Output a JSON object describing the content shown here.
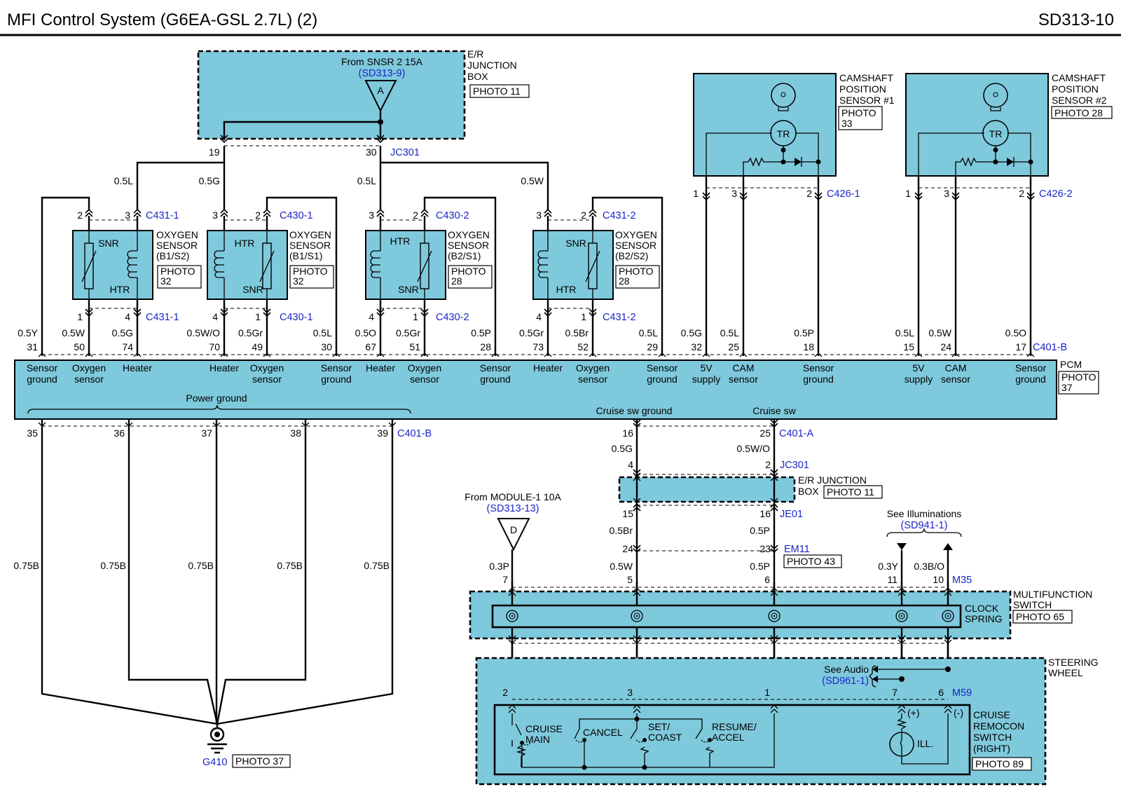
{
  "header": {
    "title": "MFI Control System (G6EA-GSL 2.7L) (2)",
    "code": "SD313-10"
  },
  "er_junction_box_top": {
    "title": "E/R\nJUNCTION\nBOX",
    "photo": "PHOTO 11",
    "source_text": "From SNSR 2 15A",
    "source_ref": "(SD313-9)",
    "source_connector": "A",
    "pins": [
      "19",
      "30"
    ],
    "connector": "JC301"
  },
  "oxygen_sensors": [
    {
      "id": "b1s2",
      "title": "OXYGEN\nSENSOR\n(B1/S2)",
      "photo": "PHOTO\n32",
      "labels": [
        "SNR",
        "HTR"
      ],
      "top_pins": [
        "2",
        "3"
      ],
      "top_connector": "C431-1",
      "bottom_pins": [
        "1",
        "4"
      ],
      "bottom_connector": "C431-1"
    },
    {
      "id": "b1s1",
      "title": "OXYGEN\nSENSOR\n(B1/S1)",
      "photo": "PHOTO\n32",
      "labels": [
        "HTR",
        "SNR"
      ],
      "top_pins": [
        "3",
        "2"
      ],
      "top_connector": "C430-1",
      "bottom_pins": [
        "4",
        "1"
      ],
      "bottom_connector": "C430-1"
    },
    {
      "id": "b2s1",
      "title": "OXYGEN\nSENSOR\n(B2/S1)",
      "photo": "PHOTO\n28",
      "labels": [
        "HTR",
        "SNR"
      ],
      "top_pins": [
        "3",
        "2"
      ],
      "top_connector": "C430-2",
      "bottom_pins": [
        "4",
        "1"
      ],
      "bottom_connector": "C430-2"
    },
    {
      "id": "b2s2",
      "title": "OXYGEN\nSENSOR\n(B2/S2)",
      "photo": "PHOTO\n28",
      "labels": [
        "SNR",
        "HTR"
      ],
      "top_pins": [
        "3",
        "2"
      ],
      "top_connector": "C431-2",
      "bottom_pins": [
        "4",
        "1"
      ],
      "bottom_connector": "C431-2"
    }
  ],
  "camshaft_sensors": [
    {
      "title": "CAMSHAFT\nPOSITION\nSENSOR #1",
      "photo": "PHOTO\n33",
      "tr": "TR",
      "pins": [
        "1",
        "3",
        "2"
      ],
      "connector": "C426-1"
    },
    {
      "title": "CAMSHAFT\nPOSITION\nSENSOR #2",
      "photo": "PHOTO 28",
      "tr": "TR",
      "pins": [
        "1",
        "3",
        "2"
      ],
      "connector": "C426-2"
    }
  ],
  "upper_wire_labels": [
    "0.5L",
    "0.5G",
    "0.5L",
    "0.5W"
  ],
  "pcm": {
    "title": "PCM",
    "photo": "PHOTO\n37",
    "connector_top": "C401-B",
    "wires": [
      "0.5Y",
      "0.5W",
      "0.5G",
      "0.5W/O",
      "0.5Gr",
      "0.5L",
      "0.5O",
      "0.5Gr",
      "0.5P",
      "0.5Gr",
      "0.5Br",
      "0.5L",
      "0.5G",
      "0.5L",
      "0.5P",
      "0.5L",
      "0.5W",
      "0.5O"
    ],
    "pins": [
      "31",
      "50",
      "74",
      "70",
      "49",
      "30",
      "67",
      "51",
      "28",
      "73",
      "52",
      "29",
      "32",
      "25",
      "18",
      "15",
      "24",
      "17"
    ],
    "terminals": [
      "Sensor\nground",
      "Oxygen\nsensor",
      "Heater",
      "Heater",
      "Oxygen\nsensor",
      "Sensor\nground",
      "Heater",
      "Oxygen\nsensor",
      "Sensor\nground",
      "Heater",
      "Oxygen\nsensor",
      "Sensor\nground",
      "5V\nsupply",
      "CAM\nsensor",
      "Sensor\nground",
      "5V\nsupply",
      "CAM\nsensor",
      "Sensor\nground"
    ],
    "power_ground": "Power ground",
    "cruise_sw_ground": "Cruise sw ground",
    "cruise_sw": "Cruise sw",
    "ground_pins": [
      "35",
      "36",
      "37",
      "38",
      "39"
    ],
    "ground_connector": "C401-B",
    "ground_wires": [
      "0.75B",
      "0.75B",
      "0.75B",
      "0.75B",
      "0.75B"
    ],
    "cruise_pins": [
      "16",
      "25"
    ],
    "cruise_connector": "C401-A"
  },
  "ground": {
    "id": "G410",
    "photo": "PHOTO 37"
  },
  "cruise_path": {
    "wires1": [
      "0.5G",
      "0.5W/O"
    ],
    "jc_pins": [
      "4",
      "2"
    ],
    "jc": "JC301",
    "junction_title": "E/R JUNCTION\nBOX",
    "junction_photo": "PHOTO 11",
    "je_pins": [
      "15",
      "16"
    ],
    "je": "JE01",
    "wires2": [
      "0.5Br",
      "0.5P"
    ],
    "em_pins": [
      "24",
      "23"
    ],
    "em": "EM11",
    "em_photo": "PHOTO 43",
    "wires3": [
      "0.5W",
      "0.5P"
    ]
  },
  "module_source": {
    "text": "From MODULE-1 10A",
    "ref": "(SD313-13)",
    "connector": "D",
    "wire": "0.3P"
  },
  "illum": {
    "text": "See Illuminations",
    "ref": "(SD941-1)",
    "wires": [
      "0.3Y",
      "0.3B/O"
    ]
  },
  "multifunction": {
    "title": "MULTIFUNCTION\nSWITCH",
    "photo": "PHOTO 65",
    "clock_spring": "CLOCK\nSPRING",
    "pins": [
      "7",
      "5",
      "6",
      "11",
      "10"
    ],
    "connector": "M35"
  },
  "steering": {
    "title": "STEERING\nWHEEL",
    "see_audio": "See Audio",
    "audio_ref": "(SD961-1)",
    "pins": [
      "2",
      "3",
      "1",
      "7",
      "6"
    ],
    "connector": "M59",
    "switch_title": "CRUISE\nREMOCON\nSWITCH\n(RIGHT)",
    "switch_photo": "PHOTO 89",
    "switches": [
      "CRUISE\nMAIN",
      "CANCEL",
      "SET/\nCOAST",
      "RESUME/\nACCEL"
    ],
    "plus": "(+)",
    "minus": "(-)",
    "ill": "ILL."
  },
  "colors": {
    "component_fill": "#7fc9dc",
    "connector_text": "#1a25c8"
  }
}
